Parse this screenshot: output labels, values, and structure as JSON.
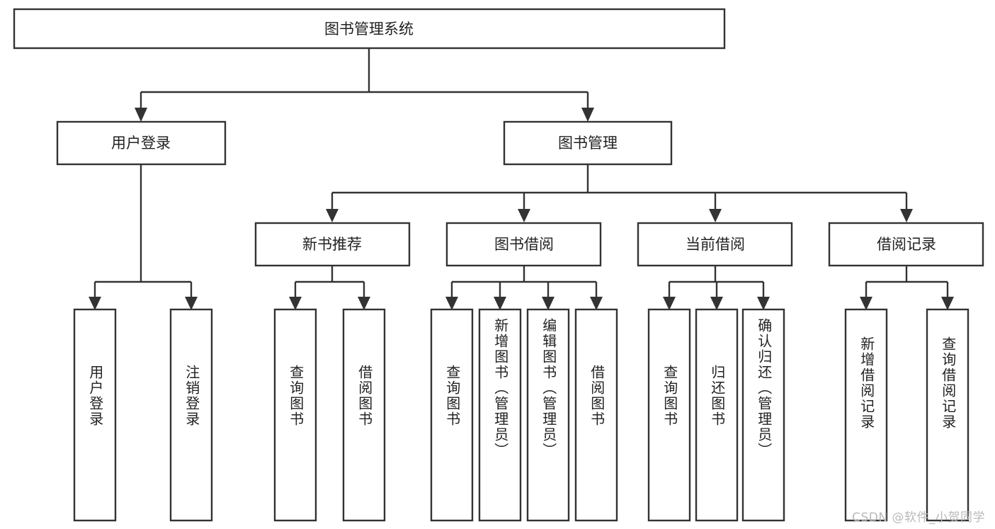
{
  "diagram": {
    "type": "hierarchy-tree",
    "title": "图书管理系统",
    "watermark": "CSDN @软件_小贺同学",
    "orientation": "top-down",
    "leaf_text_orientation": "vertical",
    "colors": {
      "box_fill": "#ffffff",
      "box_stroke": "#333333",
      "text": "#222222",
      "background": "#ffffff",
      "watermark": "#b9b9b9"
    },
    "root": {
      "label": "图书管理系统"
    },
    "level2": [
      {
        "label": "用户登录"
      },
      {
        "label": "图书管理"
      }
    ],
    "level3": [
      {
        "label": "新书推荐"
      },
      {
        "label": "图书借阅"
      },
      {
        "label": "当前借阅"
      },
      {
        "label": "借阅记录"
      }
    ],
    "leaves": {
      "user_login": [
        {
          "label": "用户登录"
        },
        {
          "label": "注销登录"
        }
      ],
      "new_book_recommend": [
        {
          "label": "查询图书"
        },
        {
          "label": "借阅图书"
        }
      ],
      "book_borrow": [
        {
          "label": "查询图书"
        },
        {
          "label": "新增图书（管理员）"
        },
        {
          "label": "编辑图书（管理员）"
        },
        {
          "label": "借阅图书"
        }
      ],
      "current_borrow": [
        {
          "label": "查询图书"
        },
        {
          "label": "归还图书"
        },
        {
          "label": "确认归还（管理员）"
        }
      ],
      "borrow_record": [
        {
          "label": "新增借阅记录"
        },
        {
          "label": "查询借阅记录"
        }
      ]
    }
  }
}
